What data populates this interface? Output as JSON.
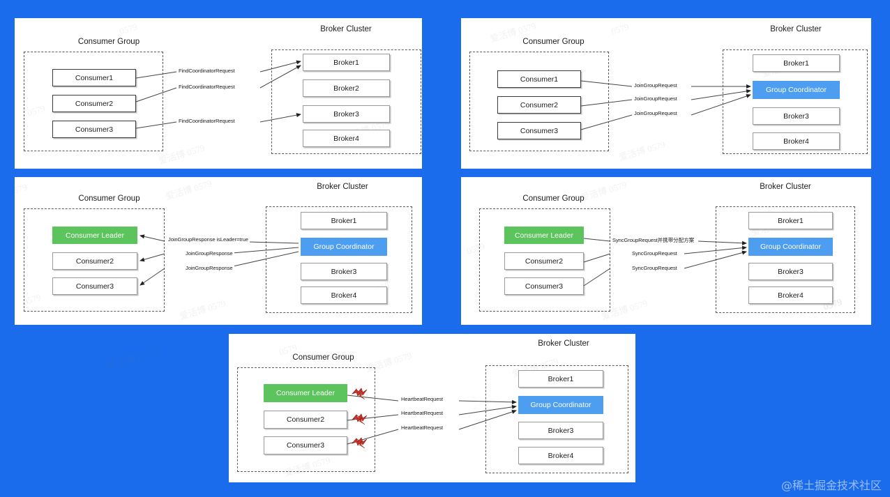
{
  "background_color": "#1a6ced",
  "accent_colors": {
    "coordinator_blue": "#4d9ef0",
    "leader_green": "#5cc45c",
    "bolt_red": "#d93025",
    "box_border": "#9a9a9a",
    "dashed_border": "#5a5a5a"
  },
  "watermark": {
    "corner": "@稀土掘金技术社区",
    "tile": "爱活博 0579",
    "tile_short": "0579"
  },
  "labels": {
    "consumer_group": "Consumer Group",
    "broker_cluster": "Broker Cluster"
  },
  "panels": [
    {
      "id": "find-coordinator",
      "consumer_group_title": "Consumer Group",
      "broker_cluster_title": "Broker Cluster",
      "consumers": [
        "Consumer1",
        "Consumer2",
        "Consumer3"
      ],
      "brokers": [
        "Broker1",
        "Broker2",
        "Broker3",
        "Broker4"
      ],
      "coordinator_index": null,
      "leader": false,
      "direction": "request",
      "edges": [
        "FindCoordinatorRequest",
        "FindCoordinatorRequest",
        "FindCoordinatorRequest"
      ],
      "bolts": false
    },
    {
      "id": "join-group-request",
      "consumer_group_title": "Consumer Group",
      "broker_cluster_title": "Broker Cluster",
      "consumers": [
        "Consumer1",
        "Consumer2",
        "Consumer3"
      ],
      "brokers": [
        "Broker1",
        "Group Coordinator",
        "Broker3",
        "Broker4"
      ],
      "coordinator_index": 1,
      "leader": false,
      "direction": "request",
      "edges": [
        "JoinGroupRequest",
        "JoinGroupRequest",
        "JoinGroupRequest"
      ],
      "bolts": false
    },
    {
      "id": "join-group-response",
      "consumer_group_title": "Consumer Group",
      "broker_cluster_title": "Broker Cluster",
      "consumers": [
        "Consumer Leader",
        "Consumer2",
        "Consumer3"
      ],
      "brokers": [
        "Broker1",
        "Group Coordinator",
        "Broker3",
        "Broker4"
      ],
      "coordinator_index": 1,
      "leader": true,
      "direction": "response",
      "edges": [
        "JoinGroupResponse isLeader=true",
        "JoinGroupResponse",
        "JoinGroupResponse"
      ],
      "bolts": false
    },
    {
      "id": "sync-group-request",
      "consumer_group_title": "Consumer Group",
      "broker_cluster_title": "Broker Cluster",
      "consumers": [
        "Consumer Leader",
        "Consumer2",
        "Consumer3"
      ],
      "brokers": [
        "Broker1",
        "Group Coordinator",
        "Broker3",
        "Broker4"
      ],
      "coordinator_index": 1,
      "leader": true,
      "direction": "request",
      "edges": [
        "SyncGroupRequest并携带分配方案",
        "SyncGroupRequest",
        "SyncGroupRequest"
      ],
      "bolts": false
    },
    {
      "id": "heartbeat-request",
      "consumer_group_title": "Consumer Group",
      "broker_cluster_title": "Broker Cluster",
      "consumers": [
        "Consumer Leader",
        "Consumer2",
        "Consumer3"
      ],
      "brokers": [
        "Broker1",
        "Group Coordinator",
        "Broker3",
        "Broker4"
      ],
      "coordinator_index": 1,
      "leader": true,
      "direction": "request",
      "edges": [
        "HeartbeatRequest",
        "HeartbeatRequest",
        "HeartbeatRequest"
      ],
      "bolts": true
    }
  ]
}
